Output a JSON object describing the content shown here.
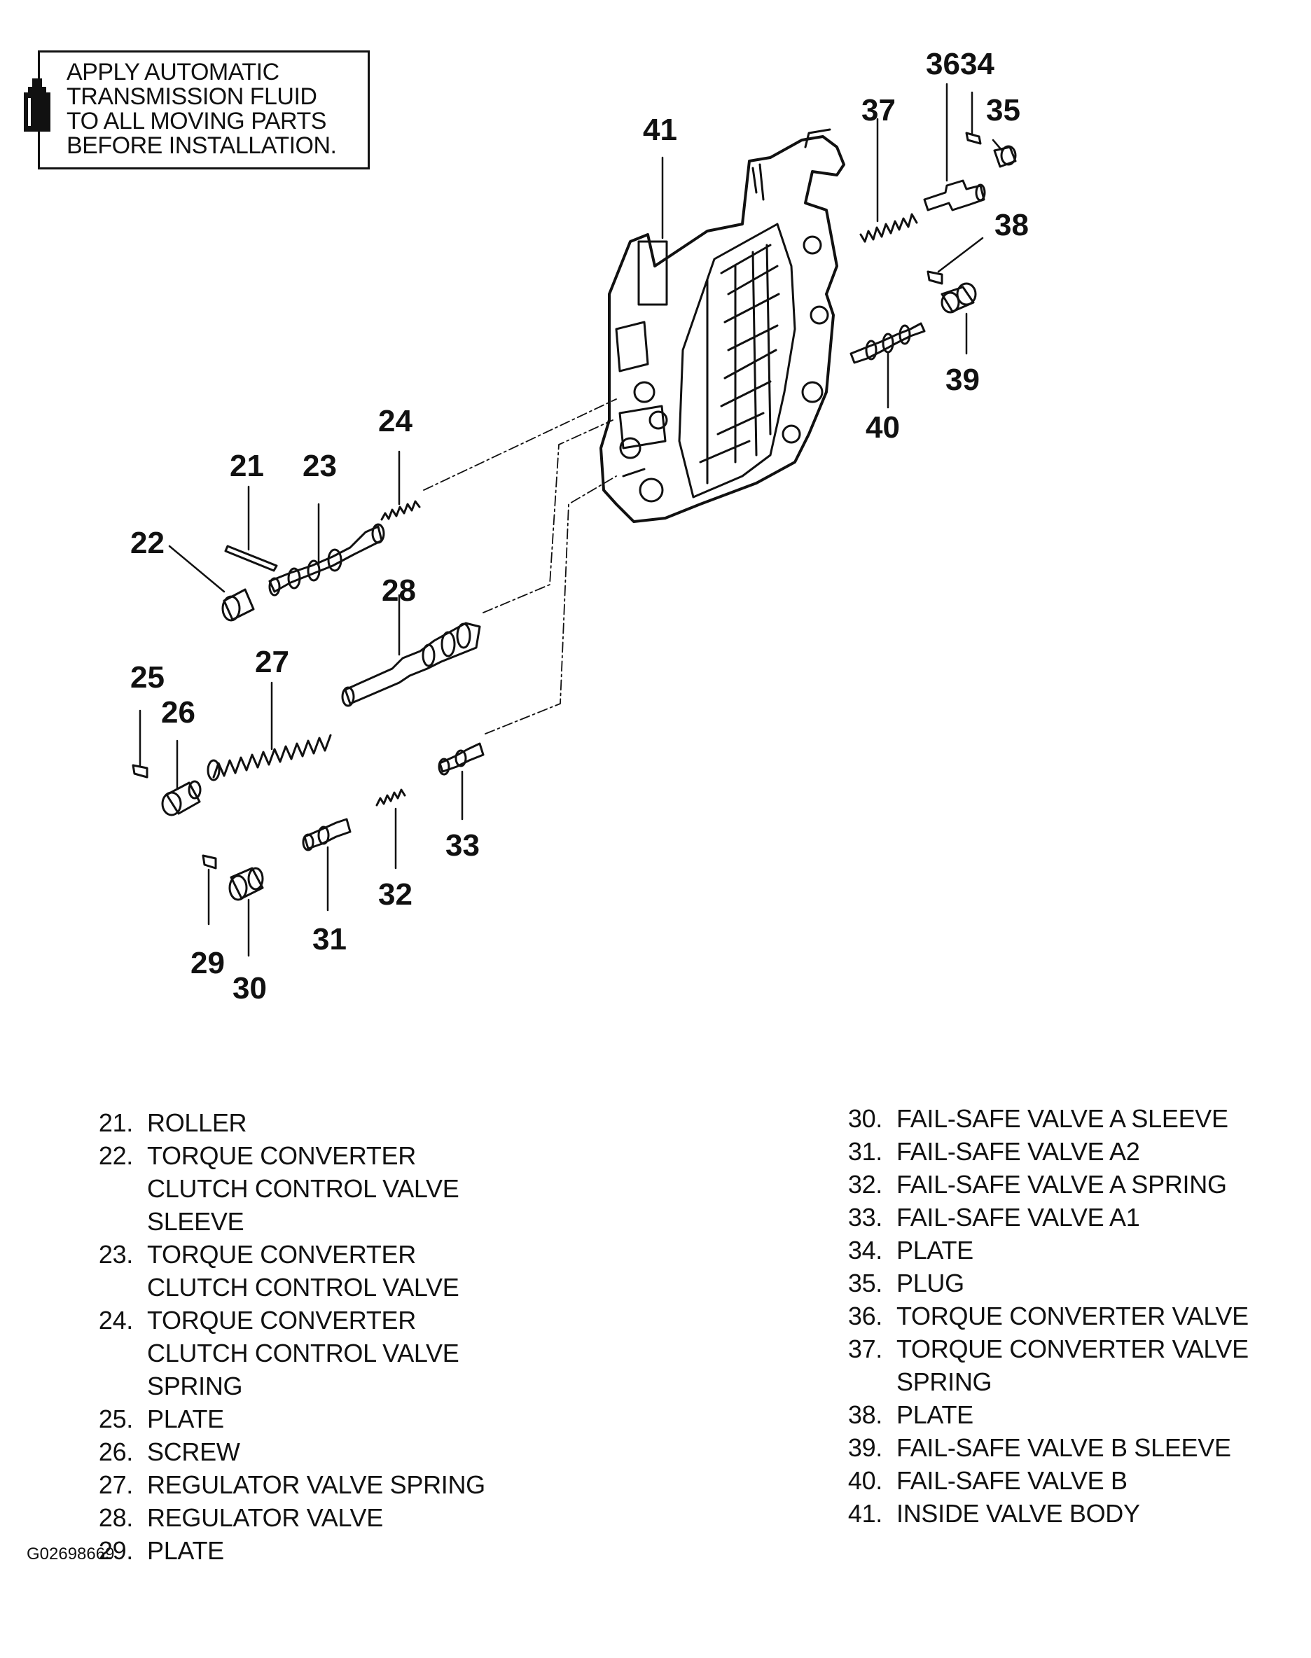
{
  "notice": {
    "lines": [
      "APPLY AUTOMATIC",
      "TRANSMISSION FLUID",
      "TO ALL MOVING PARTS",
      "BEFORE INSTALLATION."
    ],
    "icon": "fluid-bottle-icon"
  },
  "callouts": {
    "c21": "21",
    "c22": "22",
    "c23": "23",
    "c24": "24",
    "c25": "25",
    "c26": "26",
    "c27": "27",
    "c28": "28",
    "c29": "29",
    "c30": "30",
    "c31": "31",
    "c32": "32",
    "c33": "33",
    "c3634": "3634",
    "c35": "35",
    "c37": "37",
    "c38": "38",
    "c39": "39",
    "c40": "40",
    "c41": "41"
  },
  "legend_left": [
    {
      "num": "21.",
      "lines": [
        "ROLLER"
      ]
    },
    {
      "num": "22.",
      "lines": [
        "TORQUE CONVERTER",
        "CLUTCH CONTROL VALVE",
        "SLEEVE"
      ]
    },
    {
      "num": "23.",
      "lines": [
        "TORQUE CONVERTER",
        "CLUTCH CONTROL VALVE"
      ]
    },
    {
      "num": "24.",
      "lines": [
        "TORQUE CONVERTER",
        "CLUTCH CONTROL VALVE",
        "SPRING"
      ]
    },
    {
      "num": "25.",
      "lines": [
        "PLATE"
      ]
    },
    {
      "num": "26.",
      "lines": [
        "SCREW"
      ]
    },
    {
      "num": "27.",
      "lines": [
        "REGULATOR VALVE SPRING"
      ]
    },
    {
      "num": "28.",
      "lines": [
        "REGULATOR VALVE"
      ]
    },
    {
      "num": "29.",
      "lines": [
        "PLATE"
      ]
    }
  ],
  "legend_right": [
    {
      "num": "30.",
      "lines": [
        "FAIL-SAFE VALVE A SLEEVE"
      ]
    },
    {
      "num": "31.",
      "lines": [
        "FAIL-SAFE VALVE A2"
      ]
    },
    {
      "num": "32.",
      "lines": [
        "FAIL-SAFE VALVE A SPRING"
      ]
    },
    {
      "num": "33.",
      "lines": [
        "FAIL-SAFE VALVE A1"
      ]
    },
    {
      "num": "34.",
      "lines": [
        "PLATE"
      ]
    },
    {
      "num": "35.",
      "lines": [
        "PLUG"
      ]
    },
    {
      "num": "36.",
      "lines": [
        "TORQUE CONVERTER VALVE"
      ]
    },
    {
      "num": "37.",
      "lines": [
        "TORQUE CONVERTER VALVE",
        "SPRING"
      ]
    },
    {
      "num": "38.",
      "lines": [
        "PLATE"
      ]
    },
    {
      "num": "39.",
      "lines": [
        "FAIL-SAFE VALVE B SLEEVE"
      ]
    },
    {
      "num": "40.",
      "lines": [
        "FAIL-SAFE VALVE B"
      ]
    },
    {
      "num": "41.",
      "lines": [
        "INSIDE VALVE BODY"
      ]
    }
  ],
  "figure_code": "G02698669"
}
